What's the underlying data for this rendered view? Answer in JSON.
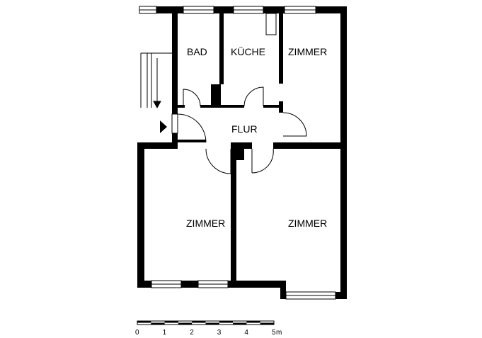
{
  "rooms": {
    "bad": "BAD",
    "kueche": "KÜCHE",
    "zimmer_top": "ZIMMER",
    "flur": "FLUR",
    "zimmer_left": "ZIMMER",
    "zimmer_right": "ZIMMER"
  },
  "scale": {
    "labels": [
      "0",
      "1",
      "2",
      "3",
      "4",
      "5"
    ],
    "unit": "m"
  },
  "colors": {
    "wall": "#000000",
    "background": "#ffffff"
  }
}
